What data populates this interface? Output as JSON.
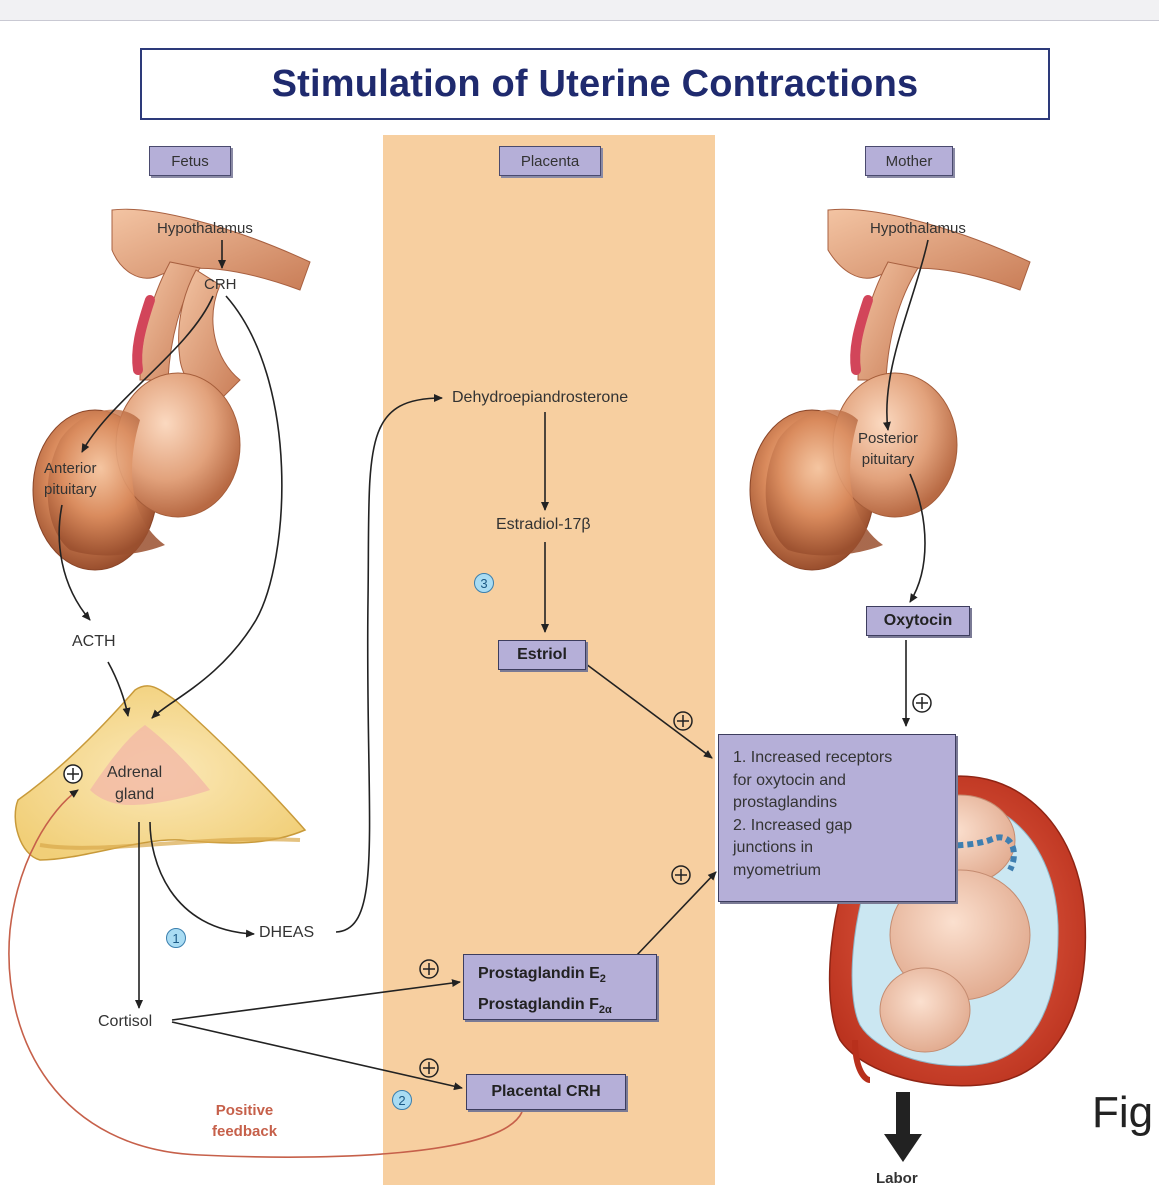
{
  "title": "Stimulation of Uterine Contractions",
  "columns": {
    "fetus": "Fetus",
    "placenta": "Placenta",
    "mother": "Mother"
  },
  "fetus": {
    "hypothalamus": "Hypothalamus",
    "crh": "CRH",
    "anterior_pituitary": [
      "Anterior",
      "pituitary"
    ],
    "acth": "ACTH",
    "adrenal_gland": [
      "Adrenal",
      "gland"
    ],
    "dheas": "DHEAS",
    "cortisol": "Cortisol",
    "positive_feedback": [
      "Positive",
      "feedback"
    ]
  },
  "placenta": {
    "dhea": "Dehydroepiandrosterone",
    "estradiol": "Estradiol-17β",
    "estriol": "Estriol",
    "prostaglandin_e2": {
      "base": "Prostaglandin E",
      "sub": "2"
    },
    "prostaglandin_f2a": {
      "base": "Prostaglandin F",
      "sub": "2α"
    },
    "placental_crh": "Placental CRH"
  },
  "mother": {
    "hypothalamus": "Hypothalamus",
    "posterior_pituitary": [
      "Posterior",
      "pituitary"
    ],
    "oxytocin": "Oxytocin"
  },
  "effects": [
    "1. Increased receptors",
    "    for oxytocin and",
    "    prostaglandins",
    "2. Increased gap",
    "    junctions in",
    "    myometrium"
  ],
  "steps": {
    "one": "1",
    "two": "2",
    "three": "3"
  },
  "labor": "Labor",
  "fig_fragment": "Fig",
  "colors": {
    "title": "#1f2a6e",
    "placenta_band": "#f7cfa0",
    "label_box": "#b5afd8",
    "feedback": "#c6604a",
    "step_circle": "#a9dcf3"
  },
  "icons": [
    "plus-circle-icon",
    "down-arrow-icon"
  ]
}
